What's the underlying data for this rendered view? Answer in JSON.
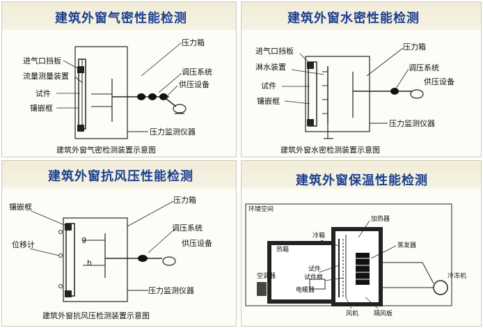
{
  "panels": {
    "air": {
      "title": "建筑外窗气密性能检测",
      "caption": "建筑外窗气密检测装置示意图",
      "labels": {
        "inlet_baffle": "进气口挡板",
        "flow_device": "流量测量装置",
        "specimen": "试件",
        "mounting_frame": "镶嵌框",
        "pressure_box": "压力箱",
        "regulator": "调压系统",
        "supply": "供压设备",
        "monitor": "压力监测仪器"
      }
    },
    "water": {
      "title": "建筑外窗水密性能检测",
      "caption": "建筑外窗水密检测装置示意图",
      "labels": {
        "inlet_baffle": "进气口挡板",
        "spray": "淋水装置",
        "specimen": "试件",
        "mounting_frame": "镶嵌框",
        "pressure_box": "压力箱",
        "regulator": "调压系统",
        "supply": "供压设备",
        "monitor": "压力监测仪器"
      }
    },
    "wind": {
      "title": "建筑外窗抗风压性能检测",
      "caption": "建筑外窗抗风压检测装置示意图",
      "labels": {
        "mounting_frame": "镶嵌框",
        "displacement": "位移计",
        "g": "g",
        "h": "h",
        "pressure_box": "压力箱",
        "regulator": "调压系统",
        "supply": "供压设备",
        "monitor": "压力监测仪器"
      }
    },
    "thermal": {
      "title": "建筑外窗保温性能检测",
      "labels": {
        "env_space": "环境空间",
        "heater": "加热器",
        "cold_box": "冷箱",
        "hot_box": "热箱",
        "evaporator": "蒸发器",
        "specimen": "试件",
        "specimen_frame": "试件框",
        "electric_heater": "电暖器",
        "air_conditioner": "空调器",
        "chiller": "冷冻机",
        "fan": "风机",
        "baffle": "隔风板"
      }
    }
  }
}
